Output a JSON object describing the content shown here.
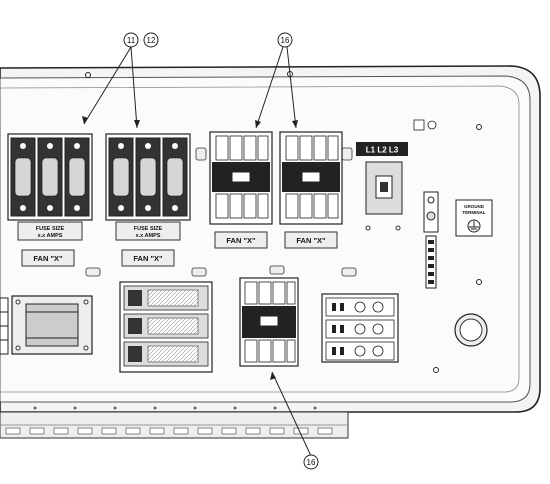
{
  "callouts": {
    "c11": "11",
    "c12": "12",
    "c16_top": "16",
    "c16_bottom": "16"
  },
  "fuse_blocks": {
    "left": {
      "size_line1": "FUSE SIZE",
      "size_line2": "x.x AMPS",
      "fan_label": "FAN \"X\""
    },
    "right": {
      "size_line1": "FUSE SIZE",
      "size_line2": "x.x AMPS",
      "fan_label": "FAN \"X\""
    }
  },
  "contactors": {
    "left_label": "FAN \"X\"",
    "right_label": "FAN \"X\""
  },
  "power_terminal": {
    "label": "L1 L2 L3"
  },
  "ground_label": {
    "line1": "GROUND",
    "line2": "TERMINAL"
  }
}
